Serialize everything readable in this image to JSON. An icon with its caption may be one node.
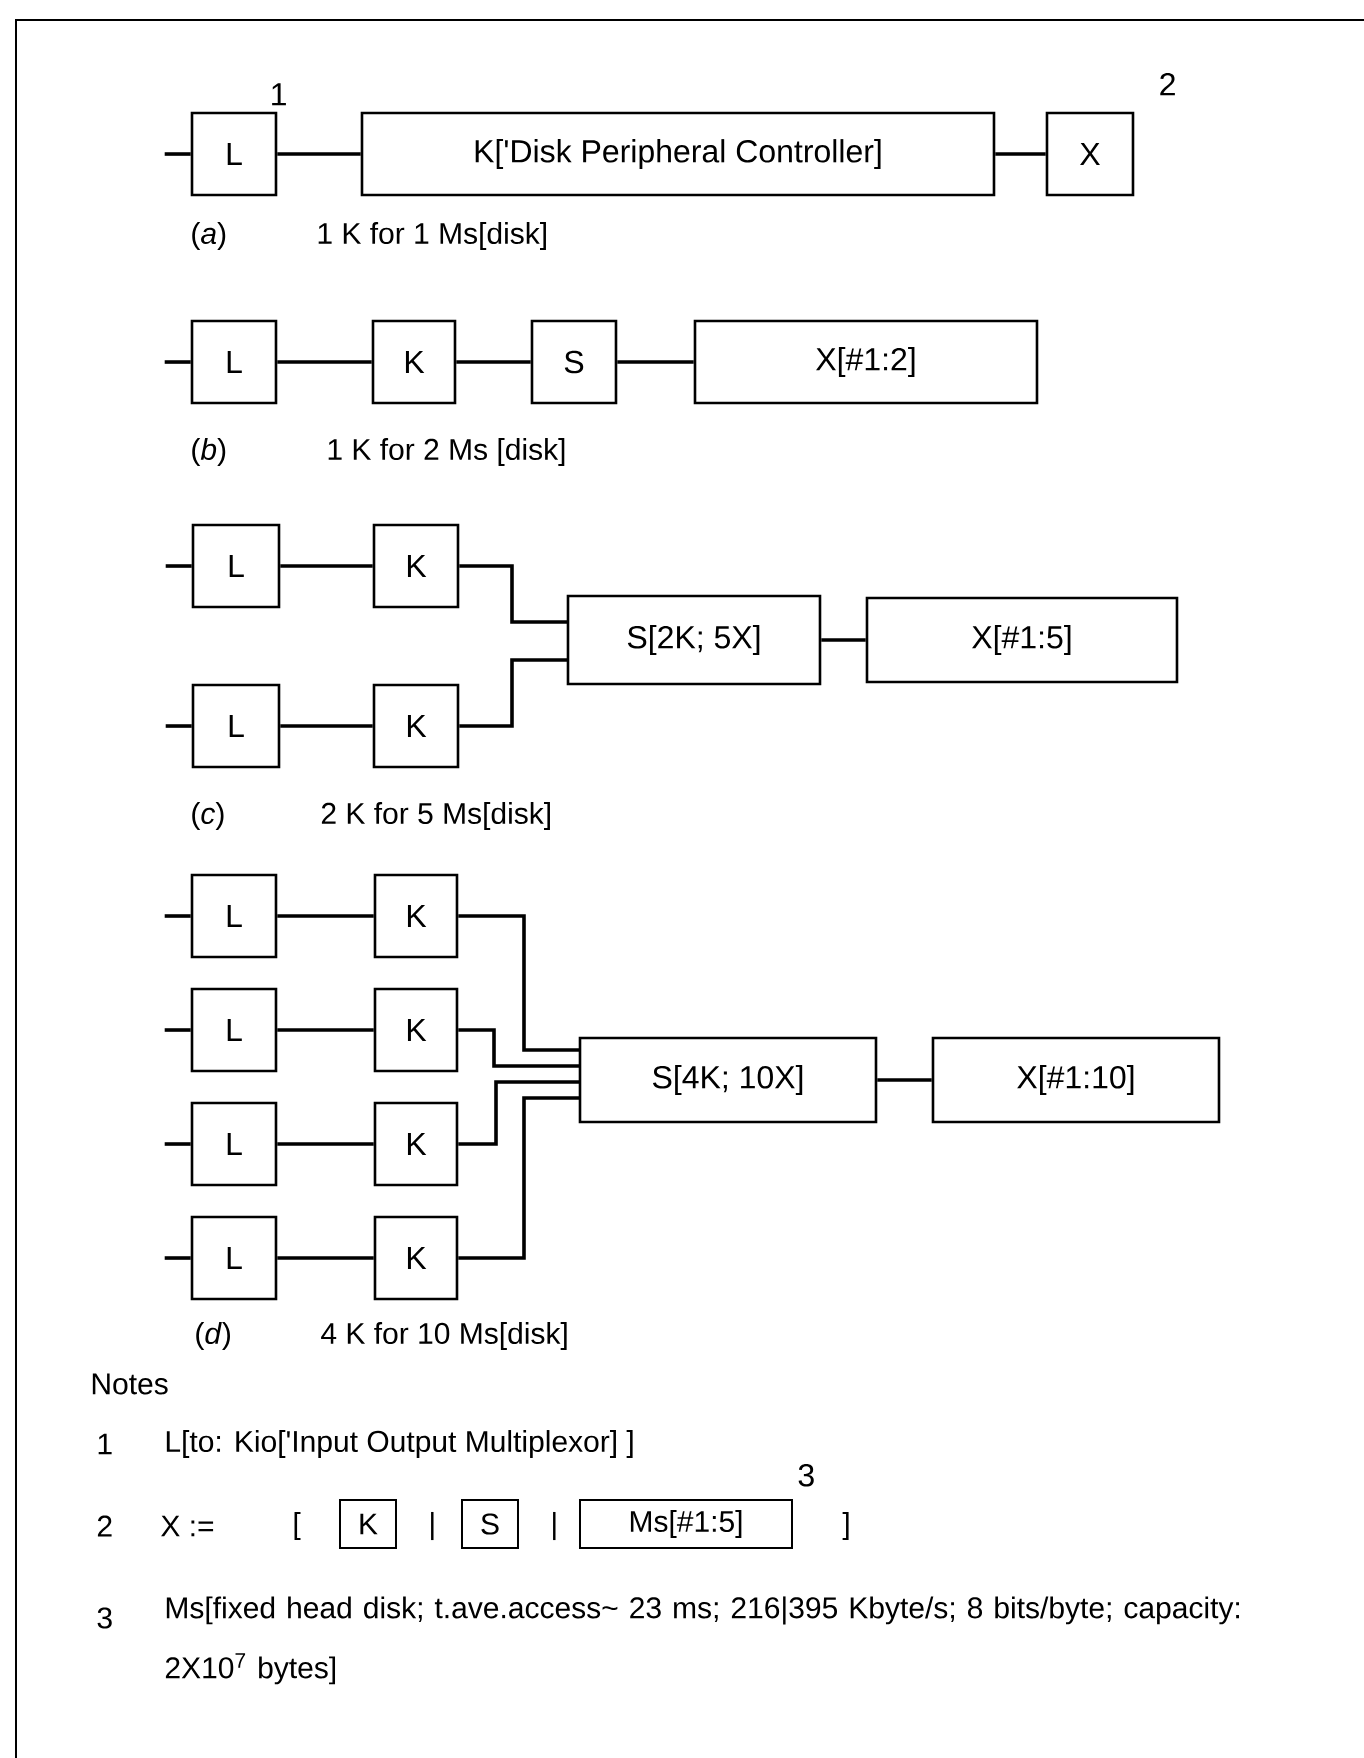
{
  "diagram": {
    "nodes": [
      {
        "text": [
          "L"
        ],
        "beside": [
          "1"
        ]
      },
      {
        "text": [
          "K['Disk Peripheral Controller]"
        ]
      },
      {
        "text": [
          "X"
        ],
        "beside": [
          "2"
        ]
      },
      {
        "text": [
          "L"
        ]
      },
      {
        "text": [
          "K"
        ]
      },
      {
        "text": [
          "S"
        ]
      },
      {
        "text": [
          "X[#1:2]"
        ]
      },
      {
        "text": [
          "L"
        ]
      },
      {
        "text": [
          "K"
        ]
      },
      {
        "text": [
          "L"
        ]
      },
      {
        "text": [
          "K"
        ]
      },
      {
        "text": [
          "S[2K; 5X]"
        ]
      },
      {
        "text": [
          "X[#1:5]"
        ]
      },
      {
        "text": [
          "L"
        ]
      },
      {
        "text": [
          "K"
        ]
      },
      {
        "text": [
          "L"
        ]
      },
      {
        "text": [
          "K"
        ]
      },
      {
        "text": [
          "L"
        ]
      },
      {
        "text": [
          "K"
        ]
      },
      {
        "text": [
          "L"
        ]
      },
      {
        "text": [
          "K"
        ]
      },
      {
        "text": [
          "S[4K; 10X]"
        ]
      },
      {
        "text": [
          "X[#1:10]"
        ]
      },
      {
        "text": [
          "K"
        ]
      },
      {
        "text": [
          "S"
        ]
      },
      {
        "text": [
          "Ms[#1:5]"
        ],
        "beside": [
          "3"
        ]
      }
    ],
    "edges": [
      {
        "from": null,
        "to": 0,
        "arrow": "none"
      },
      {
        "from": 0,
        "to": 1,
        "arrow": "none"
      },
      {
        "from": 1,
        "to": 2,
        "arrow": "none"
      },
      {
        "from": null,
        "to": 3,
        "arrow": "none"
      },
      {
        "from": 3,
        "to": 4,
        "arrow": "none"
      },
      {
        "from": 4,
        "to": 5,
        "arrow": "none"
      },
      {
        "from": 5,
        "to": 6,
        "arrow": "none"
      },
      {
        "from": null,
        "to": 7,
        "arrow": "none"
      },
      {
        "from": 7,
        "to": 8,
        "arrow": "none"
      },
      {
        "from": 8,
        "to": 11,
        "arrow": "none"
      },
      {
        "from": null,
        "to": 9,
        "arrow": "none"
      },
      {
        "from": 9,
        "to": 10,
        "arrow": "none"
      },
      {
        "from": 10,
        "to": 11,
        "arrow": "none"
      },
      {
        "from": 11,
        "to": 12,
        "arrow": "none"
      },
      {
        "from": null,
        "to": 13,
        "arrow": "none"
      },
      {
        "from": 13,
        "to": 14,
        "arrow": "none"
      },
      {
        "from": 14,
        "to": 21,
        "arrow": "none"
      },
      {
        "from": null,
        "to": 15,
        "arrow": "none"
      },
      {
        "from": 15,
        "to": 16,
        "arrow": "none"
      },
      {
        "from": 16,
        "to": 21,
        "arrow": "none"
      },
      {
        "from": null,
        "to": 17,
        "arrow": "none"
      },
      {
        "from": 17,
        "to": 18,
        "arrow": "none"
      },
      {
        "from": 18,
        "to": 21,
        "arrow": "none"
      },
      {
        "from": null,
        "to": 19,
        "arrow": "none"
      },
      {
        "from": 19,
        "to": 20,
        "arrow": "none"
      },
      {
        "from": 20,
        "to": 21,
        "arrow": "none"
      },
      {
        "from": 21,
        "to": 22,
        "arrow": "none"
      }
    ],
    "labels": [
      "(*a*)",
      "1 K for 1 Ms[disk]",
      "(*b*)",
      "1 K for 2 Ms [disk]",
      "(*c*)",
      "2 K for 5 Ms[disk]",
      "(*d*)",
      "4 K for 10 Ms[disk]",
      "Notes",
      "1",
      "L[to: Kio['Input Output Multiplexor] ]",
      "2",
      "X :=",
      "[",
      "|",
      "|",
      "]",
      "3",
      "Ms[fixed head disk; t.ave.access~ 23 ms; 216|395 Kbyte/s; 8 bits/byte; capacity: 2X10$^{7}$ bytes]"
    ]
  }
}
